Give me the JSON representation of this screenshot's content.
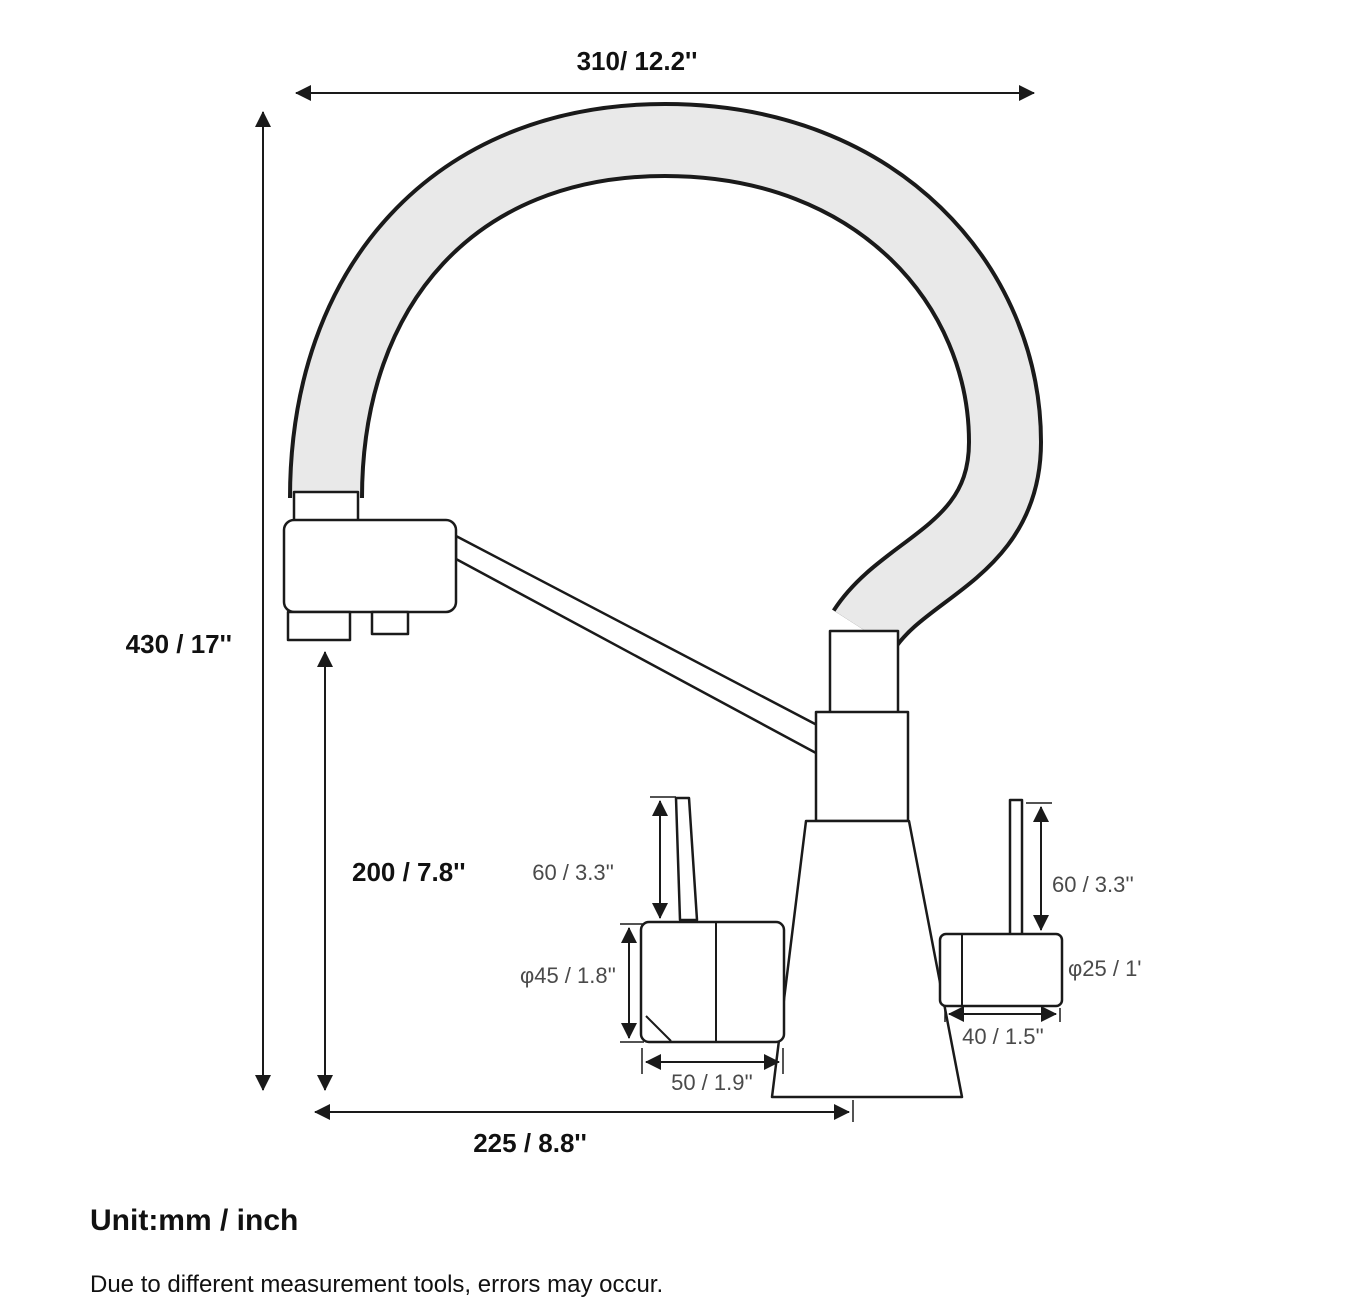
{
  "diagram": {
    "title": "faucet-dimension-drawing",
    "dimensions": {
      "top_width": "310/ 12.2''",
      "total_height": "430 / 17''",
      "spout_clearance": "200 / 7.8''",
      "left_handle_height": "60 / 3.3''",
      "left_body_diameter": "φ45 / 1.8''",
      "left_body_width": "50 / 1.9''",
      "right_handle_height": "60 / 3.3''",
      "right_body_diameter": "φ25 / 1'",
      "right_body_width": "40 / 1.5''",
      "base_width": "225 / 8.8''"
    },
    "notes": {
      "unit_label": "Unit:mm / inch",
      "disclaimer": "Due to different measurement tools, errors may occur."
    },
    "colors": {
      "line": "#1a1a1a",
      "hose_fill": "#e9e9e9",
      "dim_text": "#4a4a4a",
      "background": "#ffffff"
    }
  }
}
